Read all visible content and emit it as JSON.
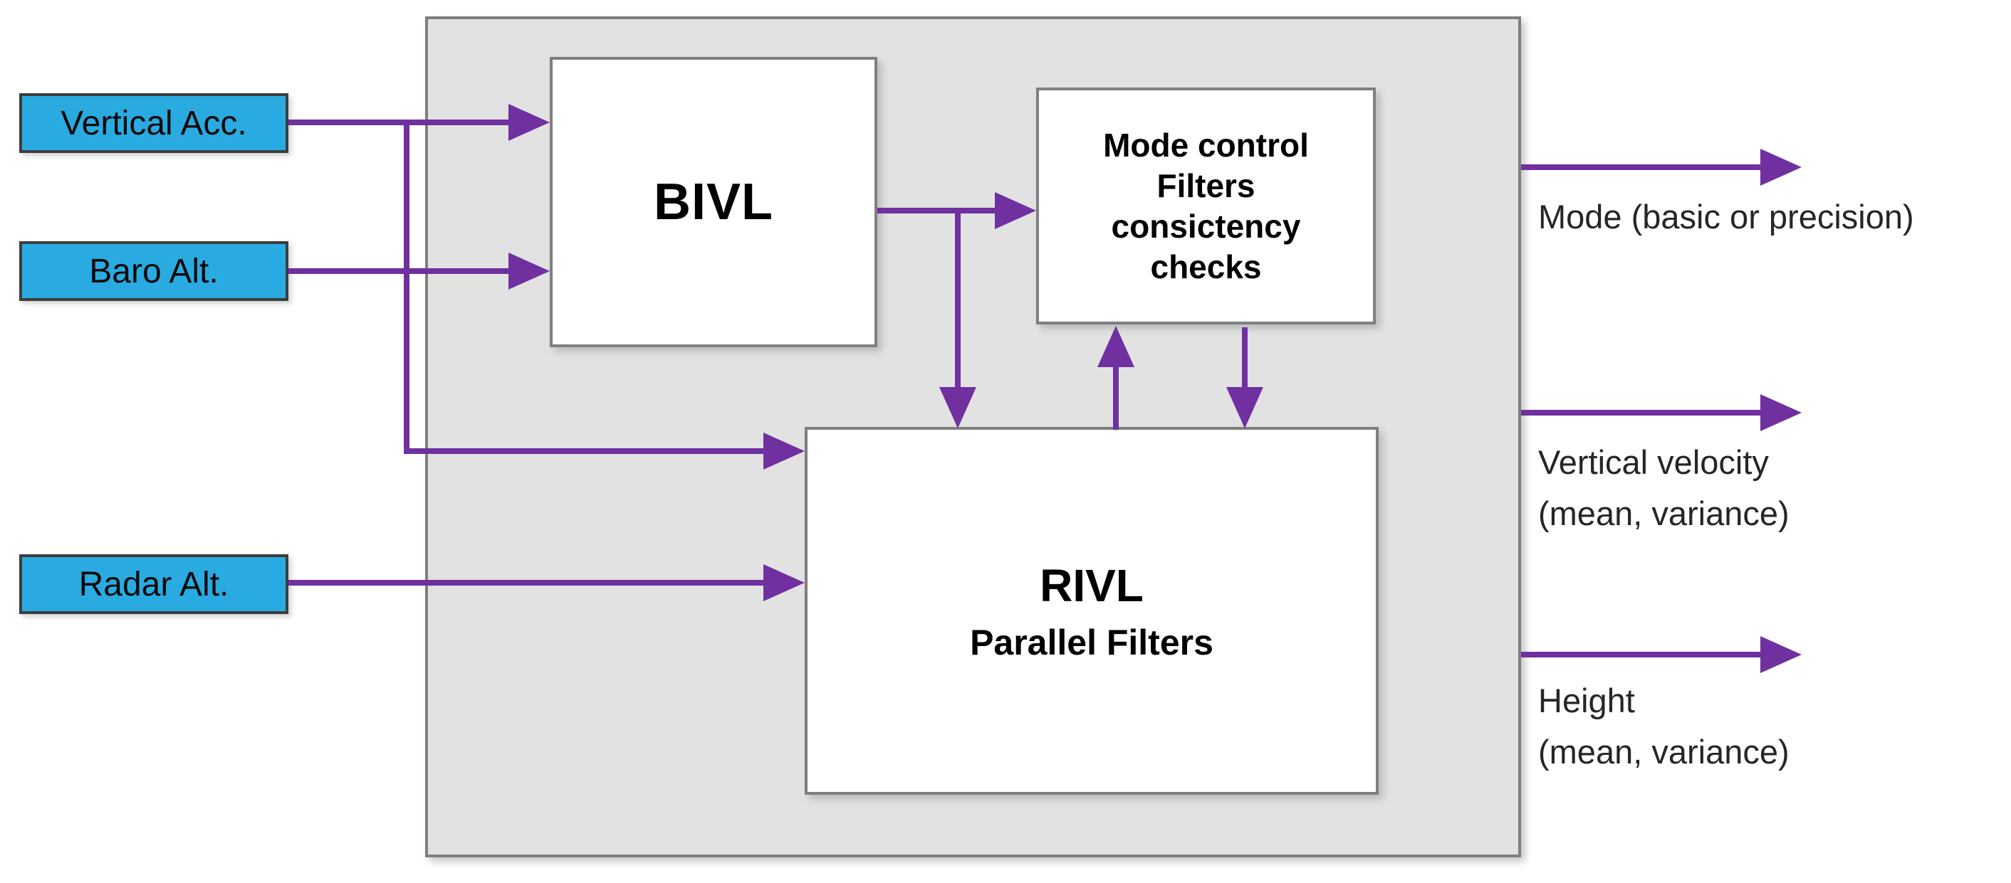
{
  "diagram": {
    "inputs": [
      {
        "label": "Vertical Acc."
      },
      {
        "label": "Baro Alt."
      },
      {
        "label": "Radar Alt."
      }
    ],
    "blocks": {
      "bivl": {
        "label": "BIVL"
      },
      "mode_control": {
        "lines": [
          "Mode control",
          "Filters",
          "consictency",
          "checks"
        ]
      },
      "rivl": {
        "title": "RIVL",
        "subtitle": "Parallel Filters"
      }
    },
    "outputs": [
      {
        "lines": [
          "Mode (basic or precision)"
        ]
      },
      {
        "lines": [
          "Vertical velocity",
          "(mean, variance)"
        ]
      },
      {
        "lines": [
          "Height",
          "(mean, variance)"
        ]
      }
    ],
    "colors": {
      "arrow_purple": "#7030A0",
      "input_box_fill": "#29ABE2",
      "container_fill": "#E2E2E2",
      "box_border_gray": "#7F7F7F",
      "input_border_dark": "#3D3D3D",
      "text_black": "#000000"
    }
  }
}
